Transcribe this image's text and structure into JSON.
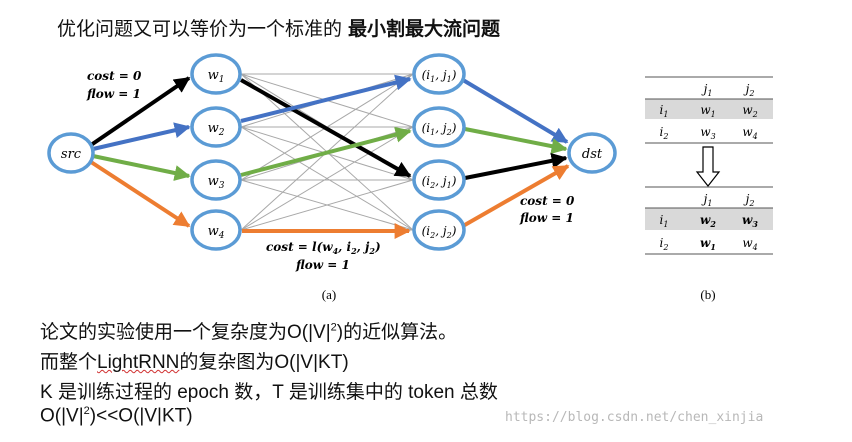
{
  "title": {
    "prefix": "优化问题又可以等价为一个标准的 ",
    "emphasis": "最小割最大流问题"
  },
  "panel_a": {
    "caption": "(a)",
    "source_label": "src",
    "sink_label": "dst",
    "word_nodes": [
      "w1",
      "w2",
      "w3",
      "w4"
    ],
    "position_nodes": [
      "(i1, j1)",
      "(i1, j2)",
      "(i2, j1)",
      "(i2, j2)"
    ],
    "label_src_top": {
      "cost": "cost = 0",
      "flow": "flow = 1"
    },
    "label_dst": {
      "cost": "cost = 0",
      "flow": "flow = 1"
    },
    "label_bottom": {
      "cost": "cost = l(w4, i2, j2)",
      "flow": "flow = 1"
    },
    "edge_colors": {
      "w1": "#000000",
      "w2": "#4472c4",
      "w3": "#70ad47",
      "w4": "#ed7d31",
      "gray": "#a8a8a8",
      "node_ring": "#5b9bd5"
    }
  },
  "panel_b": {
    "caption": "(b)",
    "table_before": {
      "header": [
        "",
        "j1",
        "j2"
      ],
      "rows": [
        [
          "i1",
          "w1",
          "w2"
        ],
        [
          "i2",
          "w3",
          "w4"
        ]
      ]
    },
    "table_after": {
      "header": [
        "",
        "j1",
        "j2"
      ],
      "rows": [
        [
          "i1",
          "w2",
          "w3"
        ],
        [
          "i2",
          "w1",
          "w4"
        ]
      ]
    },
    "shaded_row_color": "#d9d9d9"
  },
  "body_lines": [
    "论文的实验使用一个复杂度为O(|V|2)的近似算法。",
    "而整个LightRNN的复杂图为O(|V|KT)",
    "K 是训练过程的 epoch 数，T 是训练集中的 token 总数",
    "O(|V|2)<<O(|V|KT)"
  ],
  "watermark": "https://blog.csdn.net/chen_xinjia"
}
